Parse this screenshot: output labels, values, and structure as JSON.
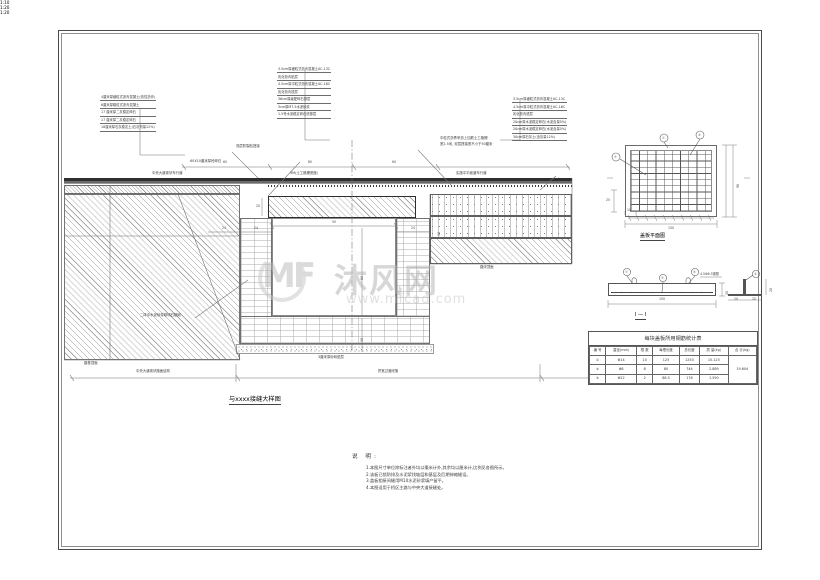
{
  "sheet": {
    "watermark": {
      "mark": "MF",
      "brand": "沐风网",
      "url": "www.mfcad.com"
    }
  },
  "main_detail": {
    "title": "与xxxx接缝大样图",
    "scale": "1:10",
    "pavement_note_left": {
      "rows": [
        "4厘米厚细粒式沥青混凝土(改性沥青)",
        "6厘米厚粗粒式沥青混凝土",
        "17 厘米厚二灰稳定碎石",
        "17 厘米厚二灰稳定碎石",
        "18厘米厚石灰稳定土(石灰剂量12%)"
      ]
    },
    "pavement_note_mid": {
      "rows": [
        "3.5cm厚细粒式沥青混凝土AC-13C",
        "乳化沥青粘层",
        "4.5cm厚中粒式沥青混凝土AC-16C",
        "乳化沥青透层",
        "36cm厚级配碎石基层",
        "3cm厚M7.5水泥砂浆",
        "1.5号水泥稳定碎石底基层"
      ]
    },
    "pavement_note_right": {
      "rows": [
        "3.5cm厚细粒式沥青混凝土AC-13C",
        "4.5cm厚中粒式沥青混凝土AC-16C",
        "乳化沥青透层",
        "20cm厚水泥稳定碎石(水泥含量5%)",
        "20cm厚水泥稳定碎石(水泥含量5%)",
        "30cm厚石灰土(含灰量12%)"
      ]
    },
    "callouts": {
      "geotextile": "双层防裂贴搭接",
      "base_course": "60X10厘米厚砼碎石",
      "geogrid": "5M(土工格栅宽度)",
      "existing_road": "中央大道现状车行道",
      "new_road": "实施中平面道车行道",
      "joint_note_1": "中粒式沥青甲沥上加筋土工格栅",
      "joint_note_2": "宽2.5米, 双层搭接宽不小于50厘米",
      "left_slope": "路基顶面",
      "right_slope": "路床顶面",
      "sand_layer": "3厘米厚砂砾垫层",
      "brick_wall": "二砖中水泥砂浆砌块石基础"
    },
    "dimensions": {
      "top": [
        "60",
        "80",
        "60"
      ],
      "trench_inner_width": "50",
      "wall_thickness_left": "24",
      "wall_thickness_right": "24",
      "wall_gap": "24",
      "slab_thickness": "20",
      "trench_height": "60",
      "lower_height": "40",
      "base_height": "10"
    },
    "zones": [
      "中央大道现状路面结构",
      "拼宽过渡段落",
      "实施中平面道路结构类段"
    ]
  },
  "plan_view": {
    "title": "盖板平面图",
    "scale": "1:20",
    "marks": [
      "①",
      "②",
      "③"
    ],
    "dim_bottom_total": "150",
    "dim_bottom_spacing": [
      "10",
      "15",
      "15",
      "15",
      "15",
      "15",
      "15",
      "15",
      "15",
      "10"
    ],
    "dim_left": "25",
    "dim_right_total": "98",
    "dim_right_spacing": [
      "10",
      "10",
      "10",
      "10",
      "10",
      "10",
      "10",
      "10",
      "10"
    ],
    "dim_top_small": "10"
  },
  "section_view": {
    "title": "I — I",
    "scale": "1:20",
    "marks": [
      "①",
      "②",
      "③"
    ],
    "label_cover": "4.5Φ6.5钢筋",
    "dim_length": "150",
    "dim_thickness": "20",
    "detail_dims": [
      "20",
      "20"
    ],
    "detail_height": "20"
  },
  "rebar_table": {
    "caption": "每块盖板所用钢筋统计表",
    "headers": [
      "编 号",
      "直径(mm)",
      "根 数",
      "每根长度",
      "总长度",
      "质 量(kg)",
      "合 计(kg)"
    ],
    "rows": [
      [
        "①",
        "Φ14",
        "10",
        "125",
        "1250",
        "15.125",
        ""
      ],
      [
        "②",
        "Φ8",
        "8",
        "80",
        "744",
        "2.889",
        "19.604"
      ],
      [
        "③",
        "Φ22",
        "2",
        "88.5",
        "176",
        "1.590",
        ""
      ]
    ]
  },
  "notes": {
    "title": "说  明:",
    "items": [
      "1.本图尺寸单位除标注者外均以毫米计外,其余均以厘米计,比例见各图所示。",
      "2.该板已锁防排及水泥浆找坡层和基层及后期伸缩缝设。",
      "3.盖板相接间缝用M10水泥砂浆填产留平。",
      "4.本图适用于桥区主路与中央大道接缝处。"
    ]
  }
}
